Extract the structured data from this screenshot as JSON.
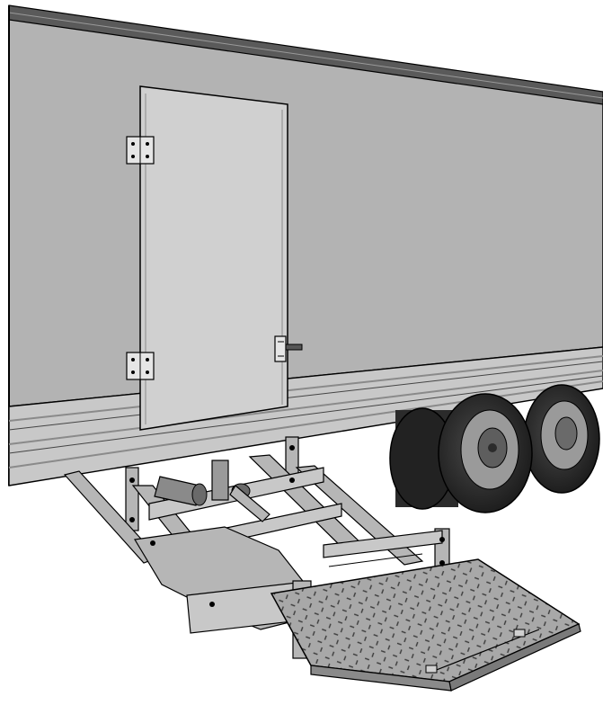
{
  "illustration": {
    "subject": "trailer-with-lift-gate",
    "components": [
      "trailer-body",
      "side-door",
      "door-hinge",
      "door-latch",
      "rub-rails",
      "dual-rear-wheels",
      "lift-gate-frame",
      "hydraulic-cylinder",
      "lift-platform"
    ],
    "colors": {
      "background": "#ffffff",
      "trailer_side": "#b3b3b3",
      "door_panel": "#d0d0d0",
      "roof_rail": "#5a5a5a",
      "rub_rail": "#c8c8c8",
      "rub_rail_dark": "#8a8a8a",
      "frame": "#b6b6b6",
      "tire": "#2b2b2b",
      "rim": "#9a9a9a",
      "platform": "#a8a8a8",
      "outline": "#000000"
    }
  }
}
